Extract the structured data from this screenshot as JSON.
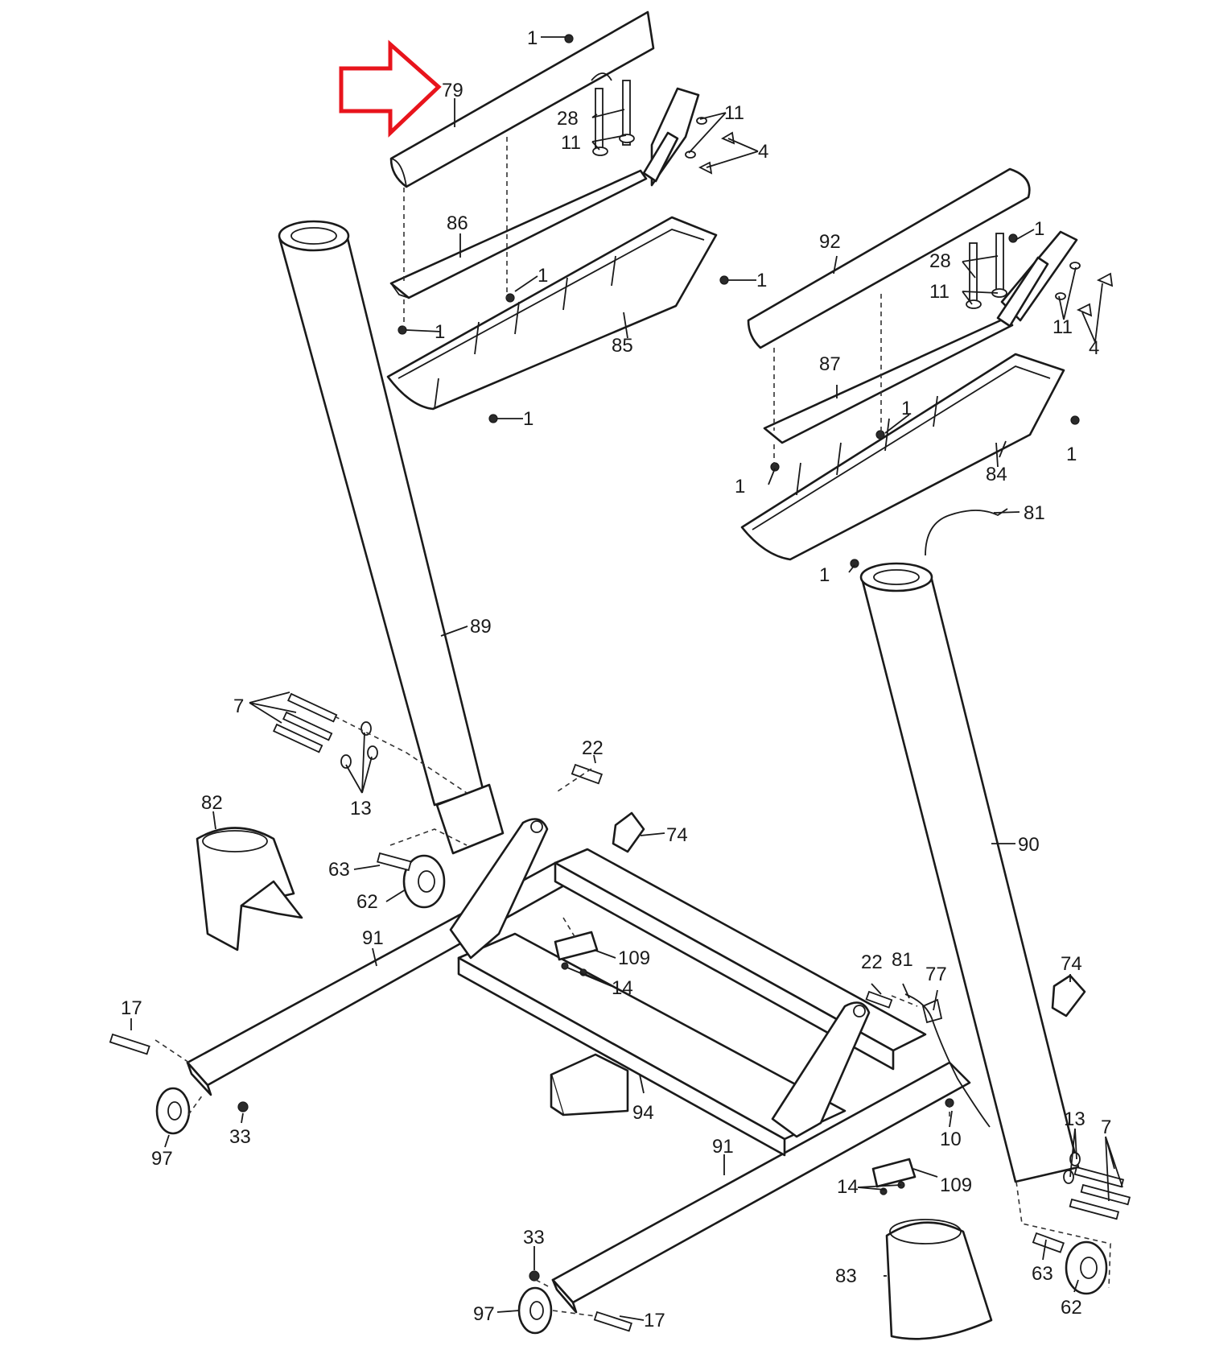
{
  "highlight": {
    "color": "#e8141c",
    "target": "79"
  },
  "callouts": {
    "c1a": "1",
    "c79": "79",
    "c28a": "28",
    "c11a": "11",
    "c11b": "11",
    "c4a": "4",
    "c86": "86",
    "c1b": "1",
    "c1c": "1",
    "c1d": "1",
    "c85": "85",
    "c1e": "1",
    "c92": "92",
    "c1f": "1",
    "c28b": "28",
    "c11c": "11",
    "c11d": "11",
    "c4b": "4",
    "c87": "87",
    "c1g": "1",
    "c1h": "1",
    "c84": "84",
    "c1i": "1",
    "c81a": "81",
    "c1j": "1",
    "c89": "89",
    "c7a": "7",
    "c13a": "13",
    "c22a": "22",
    "c82": "82",
    "c74a": "74",
    "c63a": "63",
    "c62a": "62",
    "c90": "90",
    "c91a": "91",
    "c109a": "109",
    "c14a": "14",
    "c17a": "17",
    "c22b": "22",
    "c81b": "81",
    "c77": "77",
    "c74b": "74",
    "c94": "94",
    "c97a": "97",
    "c33a": "33",
    "c10": "10",
    "c13b": "13",
    "c7b": "7",
    "c91b": "91",
    "c14b": "14",
    "c109b": "109",
    "c33b": "33",
    "c83": "83",
    "c63b": "63",
    "c97b": "97",
    "c17b": "17",
    "c62b": "62"
  }
}
